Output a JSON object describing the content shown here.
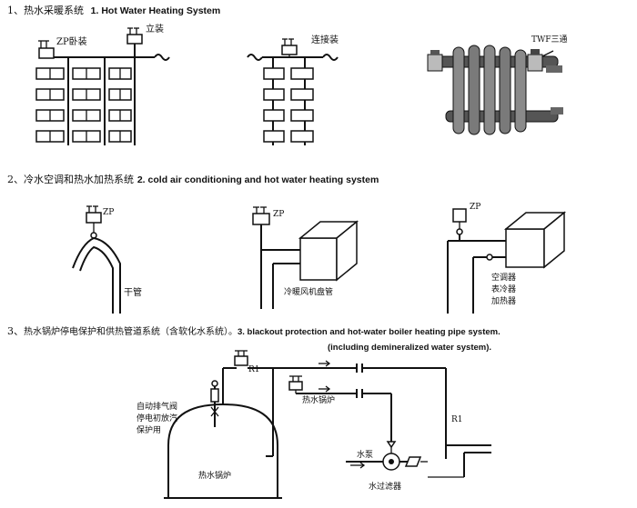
{
  "sections": [
    {
      "num": "1、",
      "title_zh": "热水采暖系统",
      "title_en": "1. Hot Water Heating System"
    },
    {
      "num": "2、",
      "title_zh": "冷水空调和热水加热系统",
      "title_en": "2. cold air conditioning and hot water heating system"
    },
    {
      "num": "3、",
      "title_zh": "热水锅炉停电保护和供热管道系统（含软化水系统）。",
      "title_en": "3. blackout protection and hot-water boiler heating pipe system.",
      "title_en_2": "(including demineralized water system)."
    }
  ],
  "labels": {
    "zp_horizontal": "ZP卧装",
    "vertical": "立装",
    "connected": "连接装",
    "twf_tee": "TWF三通",
    "zp": "ZP",
    "main_pipe": "干管",
    "fan_coil": "冷暖风机盘管",
    "ac_lines": [
      "空调器",
      "表冷器",
      "加热器"
    ],
    "r1": "R1",
    "auto_vent_lines": [
      "自动排气阀",
      "停电初放汽",
      "保护用"
    ],
    "hot_boiler": "热水锅炉",
    "water_pump": "水泵",
    "water_filter": "水过滤器"
  }
}
